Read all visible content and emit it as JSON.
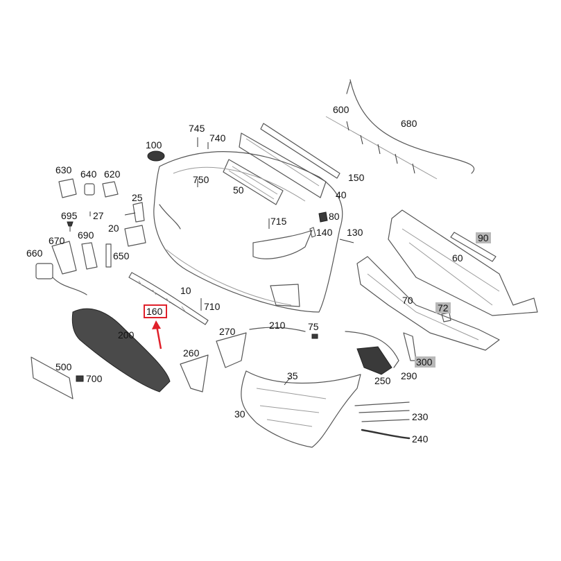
{
  "highlight_color": "#e0202a",
  "badge_color": "#b8b8b8",
  "labels": {
    "p600": "600",
    "p680": "680",
    "p745": "745",
    "p740": "740",
    "p100": "100",
    "p150": "150",
    "p40": "40",
    "p50": "50",
    "p630": "630",
    "p640": "640",
    "p620": "620",
    "p750": "750",
    "p25": "25",
    "p27": "27",
    "p695": "695",
    "p20": "20",
    "p715": "715",
    "p80": "80",
    "p140": "140",
    "p130": "130",
    "p90": "90",
    "p670": "670",
    "p690": "690",
    "p650": "650",
    "p660": "660",
    "p60": "60",
    "p10": "10",
    "p710": "710",
    "p70": "70",
    "p72": "72",
    "p160": "160",
    "p210": "210",
    "p75": "75",
    "p270": "270",
    "p200": "200",
    "p260": "260",
    "p300": "300",
    "p290": "290",
    "p250": "250",
    "p500": "500",
    "p700": "700",
    "p35": "35",
    "p30": "30",
    "p230": "230",
    "p240": "240"
  }
}
